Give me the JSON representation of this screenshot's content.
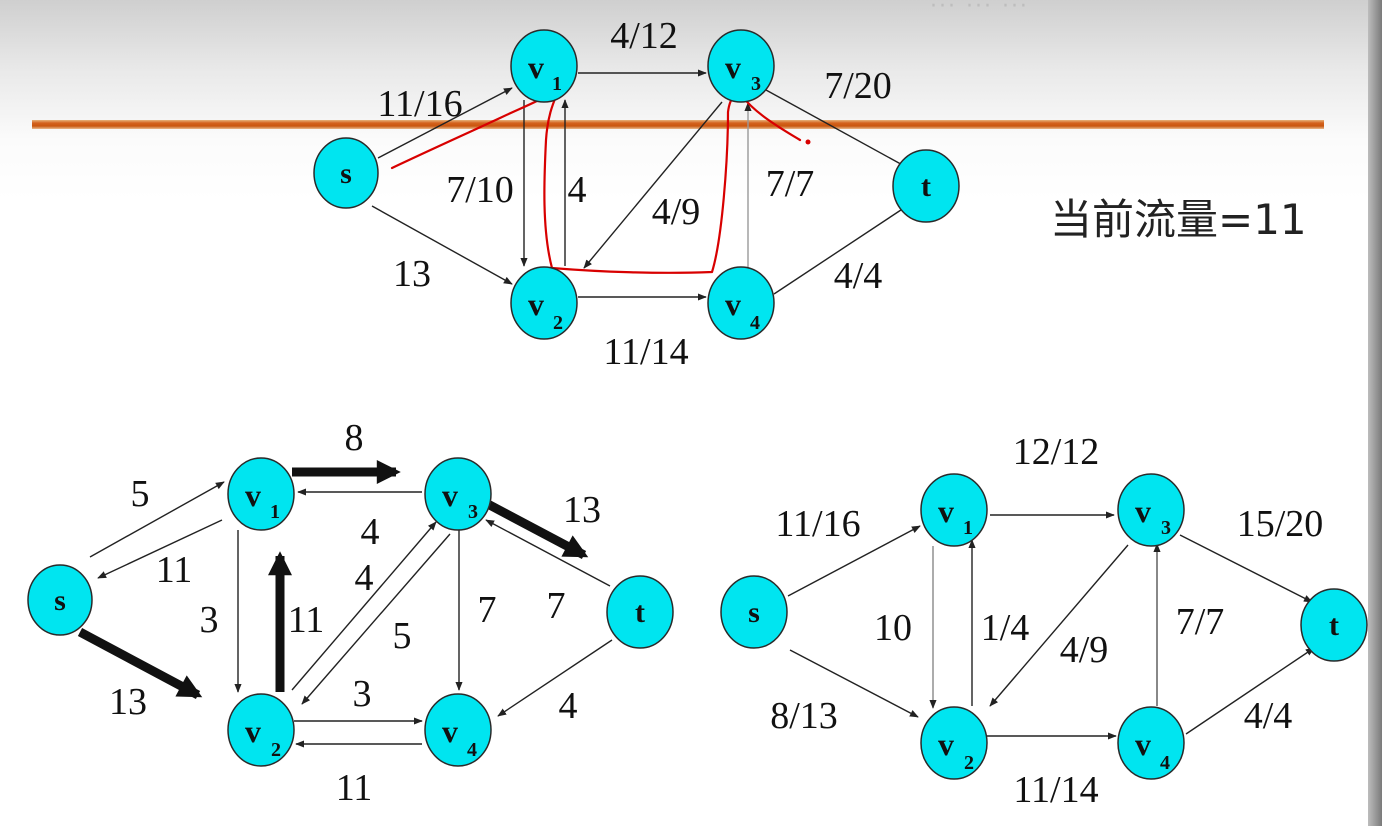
{
  "watermark": "··· ··· ···",
  "current_flow_label": "当前流量=11",
  "node_labels": {
    "s": {
      "main": "s",
      "sub": ""
    },
    "t": {
      "main": "t",
      "sub": ""
    },
    "v1": {
      "main": "v",
      "sub": "1"
    },
    "v2": {
      "main": "v",
      "sub": "2"
    },
    "v3": {
      "main": "v",
      "sub": "3"
    },
    "v4": {
      "main": "v",
      "sub": "4"
    }
  },
  "colors": {
    "node_fill": "#00e5f0",
    "node_stroke": "#2a2a2a",
    "edge": "#222222",
    "annotation": "#d80000",
    "divider": "#c9560f"
  },
  "graphs": {
    "top": {
      "edges": [
        {
          "id": "s-v1",
          "label": "11/16"
        },
        {
          "id": "s-v2",
          "label": "13"
        },
        {
          "id": "v1-v3",
          "label": "4/12"
        },
        {
          "id": "v1-v2",
          "label": "7/10"
        },
        {
          "id": "v2-v1",
          "label": "4"
        },
        {
          "id": "v3-v2",
          "label": "4/9"
        },
        {
          "id": "v4-v3",
          "label": "7/7"
        },
        {
          "id": "v3-t",
          "label": "7/20"
        },
        {
          "id": "v2-v4",
          "label": "11/14"
        },
        {
          "id": "v4-t",
          "label": "4/4"
        }
      ]
    },
    "residual": {
      "edges": [
        {
          "id": "s-v1",
          "label": "5"
        },
        {
          "id": "v1-s",
          "label": "11"
        },
        {
          "id": "s-v2",
          "label": "13"
        },
        {
          "id": "v1-v3",
          "label": "8"
        },
        {
          "id": "v3-v1",
          "label": "4"
        },
        {
          "id": "v1-v2",
          "label": "3"
        },
        {
          "id": "v2-v1",
          "label": "11"
        },
        {
          "id": "v2-v3",
          "label": "4"
        },
        {
          "id": "v3-v2",
          "label": "5"
        },
        {
          "id": "v3-t",
          "label": "13"
        },
        {
          "id": "t-v3",
          "label": "7"
        },
        {
          "id": "v3-v4",
          "label": "7"
        },
        {
          "id": "t-v4",
          "label": "4"
        },
        {
          "id": "v2-v4",
          "label": "3"
        },
        {
          "id": "v4-v2",
          "label": "11"
        }
      ]
    },
    "result": {
      "edges": [
        {
          "id": "s-v1",
          "label": "11/16"
        },
        {
          "id": "s-v2",
          "label": "8/13"
        },
        {
          "id": "v1-v3",
          "label": "12/12"
        },
        {
          "id": "v1-v2",
          "label": "10"
        },
        {
          "id": "v2-v1",
          "label": "1/4"
        },
        {
          "id": "v3-v2",
          "label": "4/9"
        },
        {
          "id": "v4-v3",
          "label": "7/7"
        },
        {
          "id": "v3-t",
          "label": "15/20"
        },
        {
          "id": "v2-v4",
          "label": "11/14"
        },
        {
          "id": "v4-t",
          "label": "4/4"
        }
      ]
    }
  }
}
